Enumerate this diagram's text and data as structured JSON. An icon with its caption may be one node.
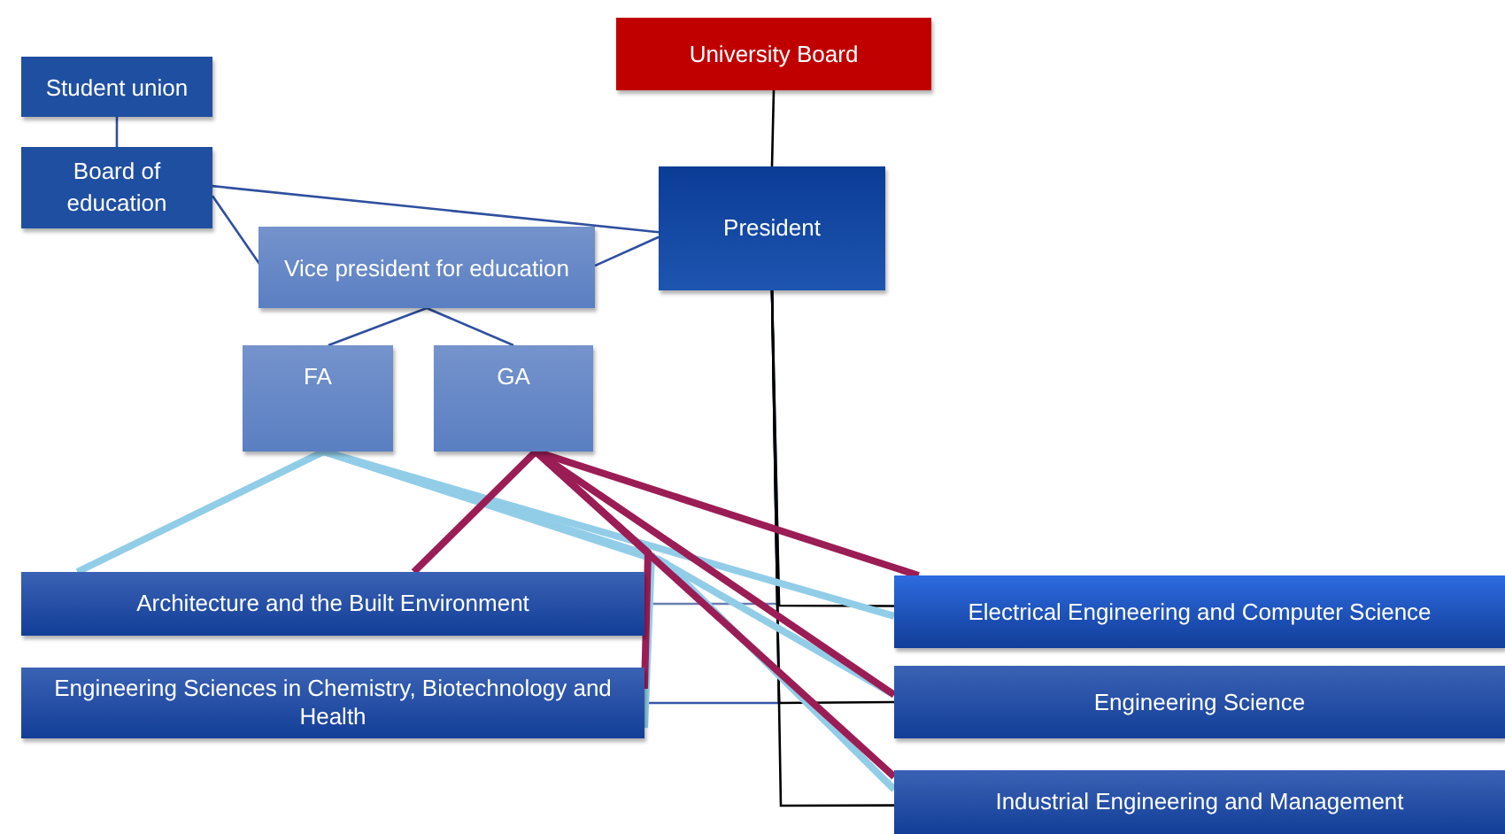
{
  "diagram": {
    "nodes": [
      {
        "text": [
          "Student union"
        ]
      },
      {
        "text": [
          "Board of education"
        ]
      },
      {
        "text": [
          "University Board"
        ]
      },
      {
        "text": [
          "President"
        ]
      },
      {
        "text": [
          "Vice president for education"
        ]
      },
      {
        "text": [
          "FA"
        ]
      },
      {
        "text": [
          "GA"
        ]
      },
      {
        "text": [
          "Architecture and the Built Environment"
        ]
      },
      {
        "text": [
          "Engineering Sciences in Chemistry, Biotechnology and Health"
        ]
      },
      {
        "text": [
          "Electrical Engineering and Computer Science"
        ]
      },
      {
        "text": [
          "Engineering Science"
        ]
      },
      {
        "text": [
          "Industrial Engineering and Management"
        ]
      }
    ],
    "edges": [
      {
        "from": 0,
        "to": 1,
        "arrow": "none"
      },
      {
        "from": 1,
        "to": 3,
        "arrow": "none"
      },
      {
        "from": 1,
        "to": 4,
        "arrow": "none"
      },
      {
        "from": 4,
        "to": 3,
        "arrow": "none"
      },
      {
        "from": 4,
        "to": 5,
        "arrow": "none"
      },
      {
        "from": 4,
        "to": 6,
        "arrow": "none"
      },
      {
        "from": 2,
        "to": 3,
        "arrow": "none",
        "color": "#000000"
      },
      {
        "from": 3,
        "to": 7,
        "arrow": "none",
        "color": "#6a7fb0"
      },
      {
        "from": 3,
        "to": 8,
        "arrow": "none",
        "color": "#3656a8"
      },
      {
        "from": 3,
        "to": 9,
        "arrow": "none",
        "color": "#000000"
      },
      {
        "from": 3,
        "to": 10,
        "arrow": "none",
        "color": "#000000"
      },
      {
        "from": 3,
        "to": 11,
        "arrow": "none",
        "color": "#000000"
      },
      {
        "from": 5,
        "to": 7,
        "arrow": "none",
        "style": "thick",
        "color": "#92cde8"
      },
      {
        "from": 5,
        "to": 8,
        "arrow": "none",
        "style": "thick",
        "color": "#92cde8"
      },
      {
        "from": 5,
        "to": 9,
        "arrow": "none",
        "style": "thick",
        "color": "#92cde8"
      },
      {
        "from": 5,
        "to": 10,
        "arrow": "none",
        "style": "thick",
        "color": "#92cde8"
      },
      {
        "from": 5,
        "to": 11,
        "arrow": "none",
        "style": "thick",
        "color": "#92cde8"
      },
      {
        "from": 6,
        "to": 7,
        "arrow": "none",
        "style": "thick",
        "color": "#9b1d55"
      },
      {
        "from": 6,
        "to": 8,
        "arrow": "none",
        "style": "thick",
        "color": "#9b1d55"
      },
      {
        "from": 6,
        "to": 9,
        "arrow": "none",
        "style": "thick",
        "color": "#9b1d55"
      },
      {
        "from": 6,
        "to": 10,
        "arrow": "none",
        "style": "thick",
        "color": "#9b1d55"
      },
      {
        "from": 6,
        "to": 11,
        "arrow": "none",
        "style": "thick",
        "color": "#9b1d55"
      }
    ]
  }
}
